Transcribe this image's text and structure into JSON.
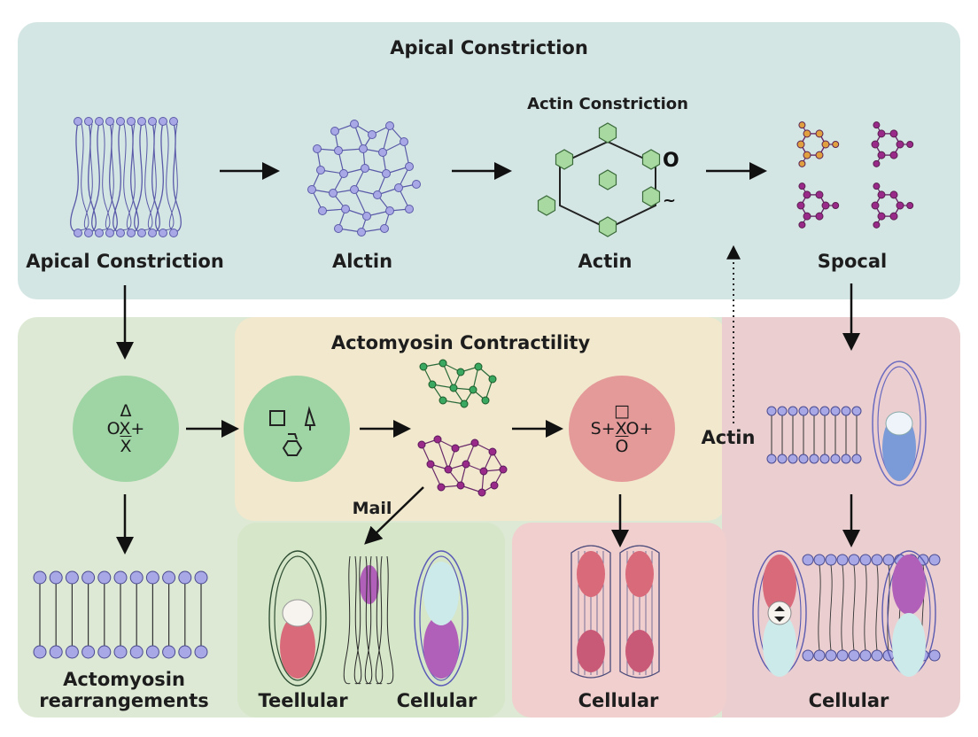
{
  "top_panel": {
    "title": "Apical Constriction",
    "color": "#d4e6e4",
    "stages": [
      {
        "label": "Apical Constriction"
      },
      {
        "label": "Alctin"
      },
      {
        "label": "Actin",
        "caption": "Actin Constriction",
        "marker": "O",
        "squiggle": "~"
      },
      {
        "label": "Spocal"
      }
    ]
  },
  "bottom_panel": {
    "title": "Actomyosin Contractility",
    "colors": {
      "green": "#dde9d4",
      "tan": "#f1e8cd",
      "pink": "#ebcfd0",
      "green_box": "#d6e6c8",
      "pink_box": "#f0cfce"
    },
    "node_formulas": {
      "node_1": [
        "Δ",
        "OX+",
        "X"
      ],
      "node_3": [
        "□",
        "S+XO+",
        "O"
      ]
    },
    "labels": {
      "left_bottom": [
        "Actomyosin",
        "rearrangements"
      ],
      "mail": "Mail",
      "teellular": "Teellular",
      "cellular_1": "Cellular",
      "cellular_2": "Cellular",
      "cellular_3": "Cellular",
      "actin_side": "Actin"
    }
  },
  "palette": {
    "node_green": "#9fd4a4",
    "node_pink": "#e59a9a",
    "lipid_blue": "#a9a8e6",
    "lipid_stroke": "#5a5aa8",
    "hex_green": "#a8d9a0",
    "mol_purple": "#9a2a8a",
    "mol_orange": "#e0a040",
    "cell_red": "#d86a7a",
    "cell_light": "#cdeaea",
    "cell_purple": "#b060b8",
    "cell_blue": "#7a9ad8"
  }
}
